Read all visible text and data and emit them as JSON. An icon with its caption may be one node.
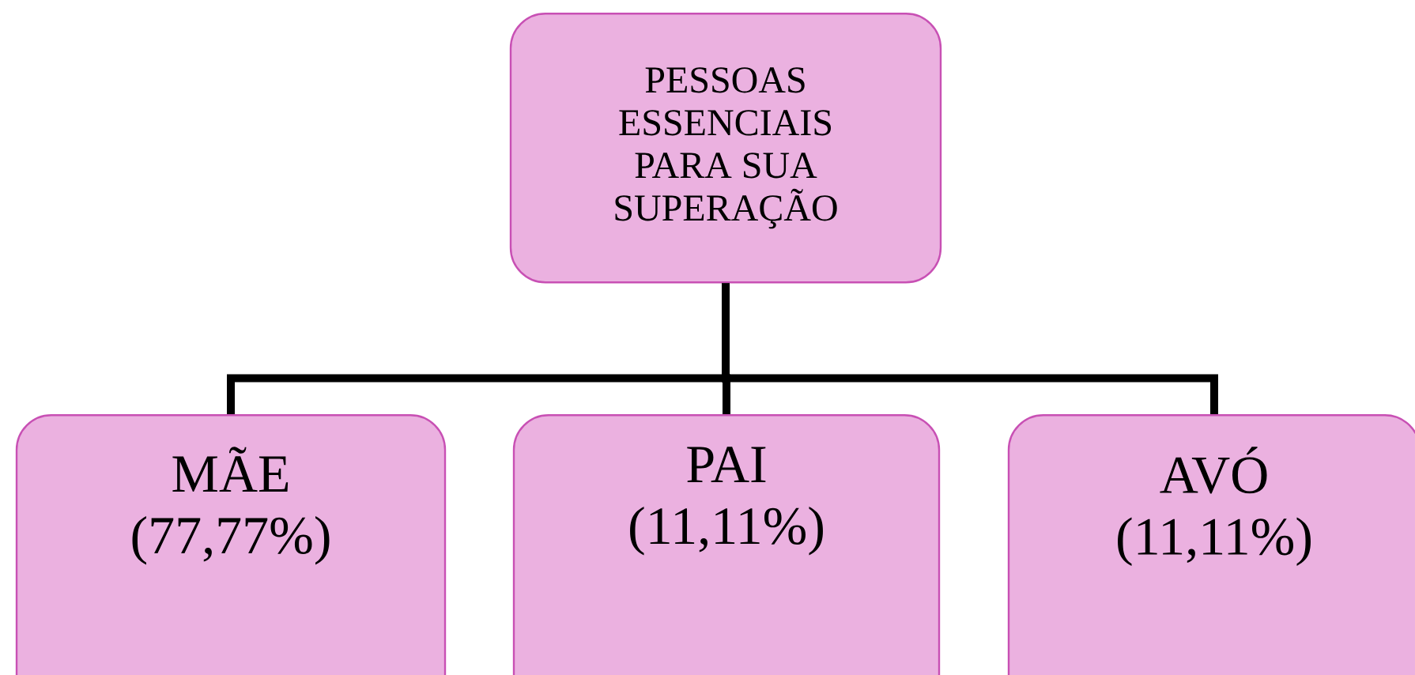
{
  "diagram": {
    "nodes": [
      {
        "text": [
          "PESSOAS ESSENCIAIS PARA SUA SUPERAÇÃO"
        ]
      },
      {
        "text": [
          "MÃE (77,77%)"
        ]
      },
      {
        "text": [
          "PAI (11,11%)"
        ]
      },
      {
        "text": [
          "AVÓ (11,11%)"
        ]
      }
    ],
    "edges": [
      {
        "from": 0,
        "to": 1,
        "arrow": "none"
      },
      {
        "from": 0,
        "to": 2,
        "arrow": "none"
      },
      {
        "from": 0,
        "to": 3,
        "arrow": "none"
      }
    ]
  }
}
